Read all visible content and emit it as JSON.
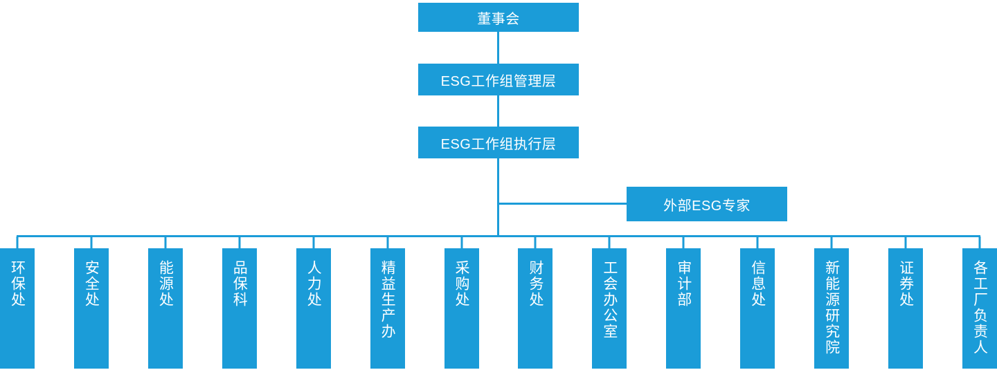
{
  "colors": {
    "node_fill": "#1b9cd8",
    "node_text": "#ffffff",
    "connector": "#1b9cd8",
    "background": "#ffffff"
  },
  "org": {
    "root": "董事会",
    "management": "ESG工作组管理层",
    "execution": "ESG工作组执行层",
    "external": "外部ESG专家",
    "departments": [
      "环保处",
      "安全处",
      "能源处",
      "品保科",
      "人力处",
      "精益生产办",
      "采购处",
      "财务处",
      "工会办公室",
      "审计部",
      "信息处",
      "新能源研究院",
      "证券处",
      "各工厂负责人"
    ]
  }
}
